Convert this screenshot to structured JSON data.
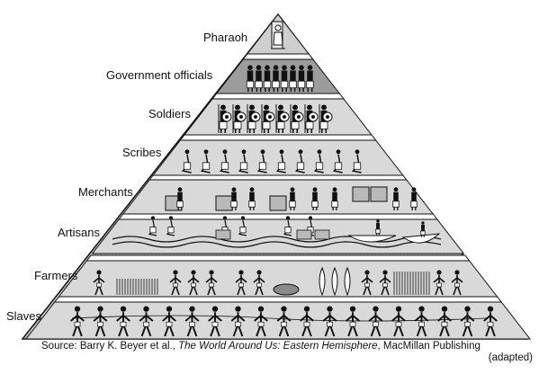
{
  "pyramid": {
    "levels": [
      {
        "key": "pharaoh",
        "label": "Pharaoh"
      },
      {
        "key": "officials",
        "label": "Government officials"
      },
      {
        "key": "soldiers",
        "label": "Soldiers"
      },
      {
        "key": "scribes",
        "label": "Scribes"
      },
      {
        "key": "merchants",
        "label": "Merchants"
      },
      {
        "key": "artisans",
        "label": "Artisans"
      },
      {
        "key": "farmers",
        "label": "Farmers"
      },
      {
        "key": "slaves",
        "label": "Slaves"
      }
    ]
  },
  "source": {
    "prefix": "Source: Barry K. Beyer et al., ",
    "title": "The World Around Us: Eastern Hemisphere",
    "publisher": ", MacMillan Publishing",
    "note": "(adapted)"
  },
  "colors": {
    "ink": "#111111",
    "band_fill": "#d4d4d4",
    "band_dark": "#8a8a8a",
    "stone": "#b9b9b9",
    "background": "#ffffff"
  }
}
